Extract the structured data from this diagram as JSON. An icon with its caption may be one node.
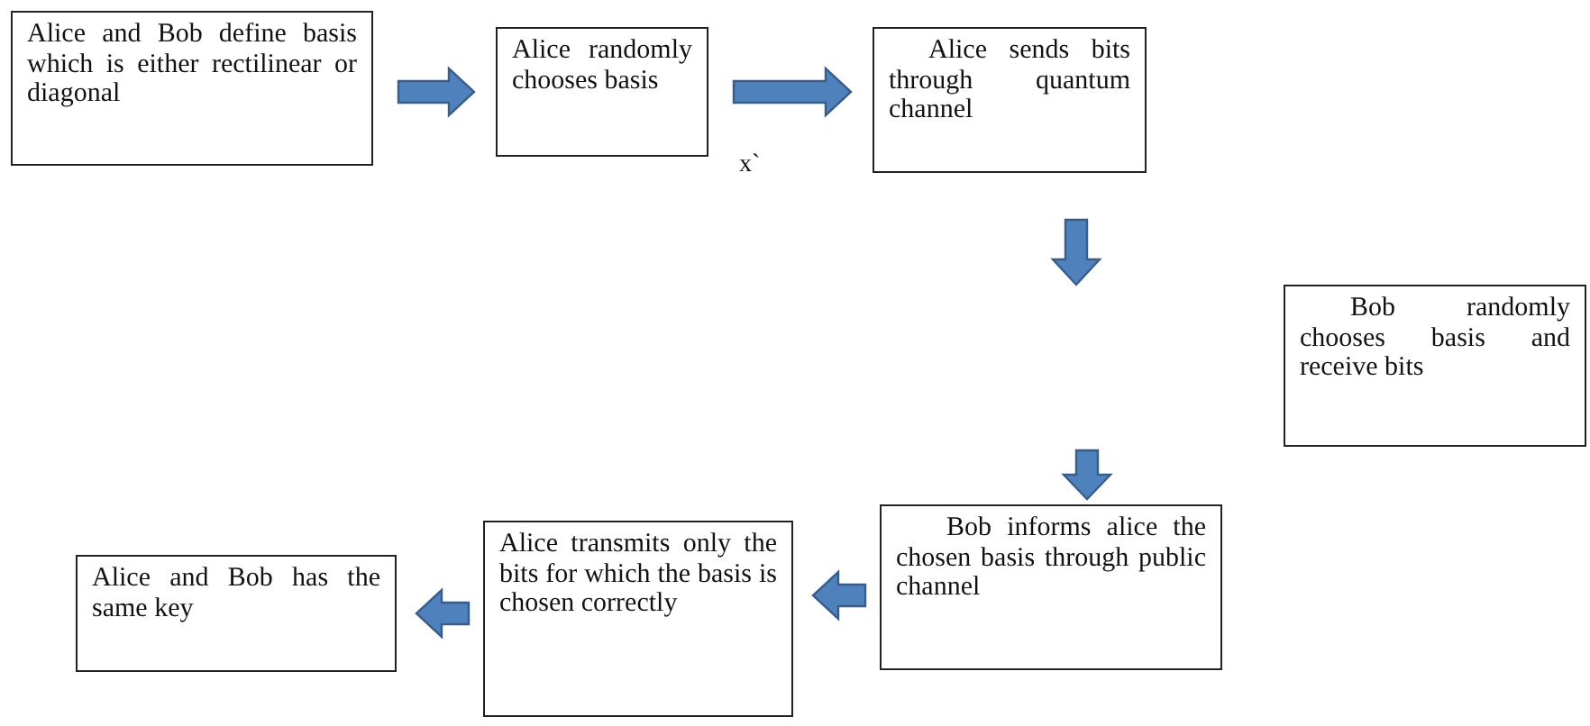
{
  "diagram": {
    "nodes": [
      {
        "text": [
          "Alice and Bob define basis which is either rectilinear or diagonal"
        ]
      },
      {
        "text": [
          "Alice randomly chooses basis"
        ]
      },
      {
        "text": [
          "Alice sends bits through quantum channel"
        ]
      },
      {
        "text": [
          "Bob randomly chooses basis and receive bits"
        ]
      },
      {
        "text": [
          "Bob informs alice the chosen basis through public channel"
        ]
      },
      {
        "text": [
          "Alice transmits only the bits for which the basis is chosen correctly"
        ]
      },
      {
        "text": [
          "Alice and Bob has the same key"
        ]
      }
    ],
    "edges": [
      {
        "from": 0,
        "to": 1,
        "arrow": "to"
      },
      {
        "from": 1,
        "to": 2,
        "arrow": "to"
      },
      {
        "from": 2,
        "to": null,
        "arrow": "to"
      },
      {
        "from": null,
        "to": 4,
        "arrow": "to"
      },
      {
        "from": 4,
        "to": 5,
        "arrow": "to"
      },
      {
        "from": 5,
        "to": 6,
        "arrow": "to"
      }
    ],
    "labels": [
      "x`"
    ]
  }
}
